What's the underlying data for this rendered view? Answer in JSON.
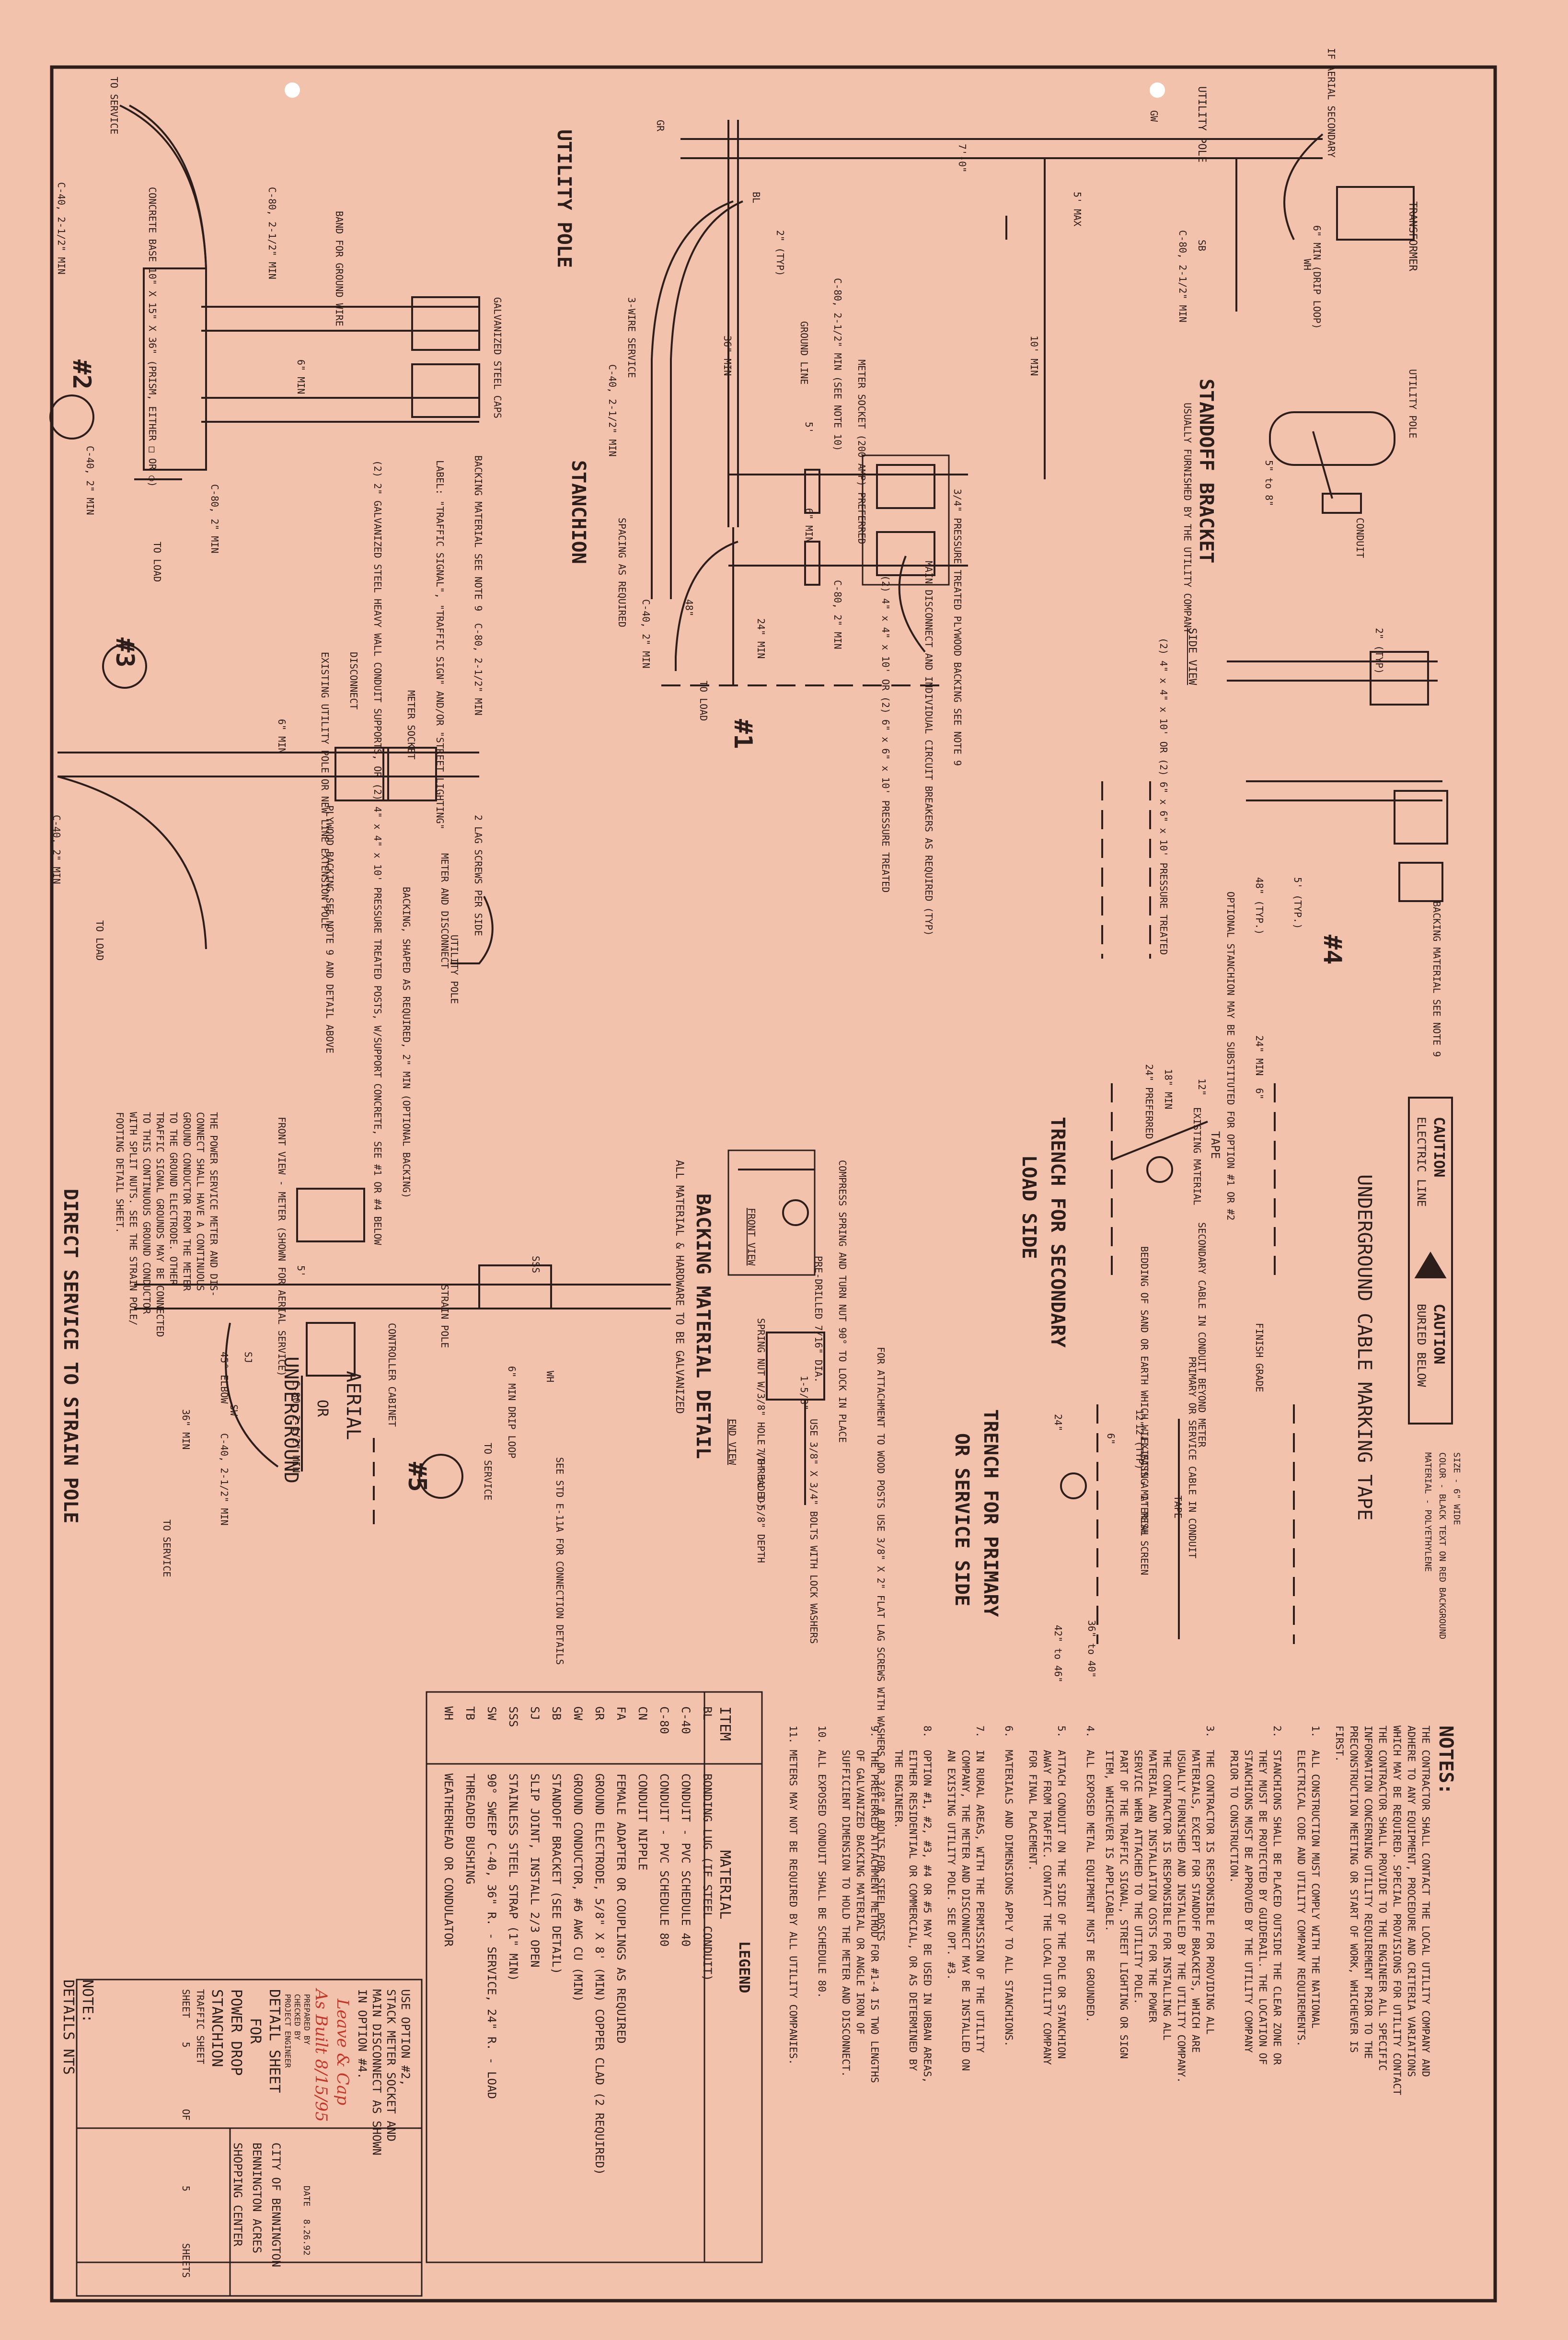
{
  "colors": {
    "paper": "#f2c2ad",
    "ink": "#2d1e1b",
    "annotation": "#c0392b"
  },
  "title_block": {
    "use_option": "USE OPTION #2,",
    "description_1": "STACK METER SOCKET AND",
    "description_2": "MAIN DISCONNECT AS SHOWN",
    "description_3": "IN OPTION #4.",
    "sheet_title_1": "DETAIL SHEET",
    "sheet_title_2": "FOR",
    "sheet_title_3": "POWER DROP",
    "sheet_title_4": "STANCHION",
    "project_1": "CITY OF BENNINGTON",
    "project_2": "BENNINGTON ACRES",
    "project_3": "SHOPPING CENTER",
    "traffic_sheet": "TRAFFIC SHEET",
    "sheet_label": "SHEET",
    "sheet_no": "5",
    "of": "OF",
    "sheets_total": "5",
    "sheets": "SHEETS",
    "date_label": "DATE",
    "date_value": "8.26.92",
    "prepared_by": "PREPARED BY",
    "checked_by": "CHECKED BY",
    "project_engineer": "PROJECT ENGINEER"
  },
  "handwritten": {
    "line_1": "Leave & Cap",
    "line_2": "As Built 8/15/95"
  },
  "details_nts": {
    "note": "NOTE:",
    "text": "DETAILS NTS"
  },
  "notes": {
    "heading": "NOTES:",
    "intro": "THE CONTRACTOR SHALL CONTACT THE LOCAL UTILITY COMPANY AND\nADHERE TO ANY EQUIPMENT, PROCEDURE AND CRITERIA VARIATIONS\nWHICH MAY BE REQUIRED. SPECIAL PROVISIONS FOR UTILITY CONTACT\nTHE CONTRACTOR SHALL PROVIDE TO THE ENGINEER ALL SPECIFIC\nINFORMATION CONCERNING UTILITY REQUIREMENT PRIOR TO THE\nPRECONSTRUCTION MEETING OR START OF WORK, WHICHEVER IS\nFIRST.",
    "items": [
      "1.  ALL CONSTRUCTION MUST COMPLY WITH THE NATIONAL\n    ELECTRICAL CODE AND UTILITY COMPANY REQUIREMENTS.",
      "2.  STANCHIONS SHALL BE PLACED OUTSIDE THE CLEAR ZONE OR\n    THEY MUST BE PROTECTED BY GUIDERAIL. THE LOCATION OF\n    STANCHIONS MUST BE APPROVED BY THE UTILITY COMPANY\n    PRIOR TO CONSTRUCTION.",
      "3.  THE CONTRACTOR IS RESPONSIBLE FOR PROVIDING ALL\n    MATERIALS, EXCEPT FOR STANDOFF BRACKETS, WHICH ARE\n    USUALLY FURNISHED AND INSTALLED BY THE UTILITY COMPANY.\n    THE CONTRACTOR IS RESPONSIBLE FOR INSTALLING ALL\n    MATERIAL AND INSTALLATION COSTS FOR THE POWER\n    SERVICE WHEN ATTACHED TO THE UTILITY POLE.\n    PART OF THE TRAFFIC SIGNAL, STREET LIGHTING OR SIGN\n    ITEM, WHICHEVER IS APPLICABLE.",
      "4.  ALL EXPOSED METAL EQUIPMENT MUST BE GROUNDED.",
      "5.  ATTACH CONDUIT ON THE SIDE OF THE POLE OR STANCHION\n    AWAY FROM TRAFFIC. CONTACT THE LOCAL UTILITY COMPANY\n    FOR FINAL PLACEMENT.",
      "6.  MATERIALS AND DIMENSIONS APPLY TO ALL STANCHIONS.",
      "7.  IN RURAL AREAS, WITH THE PERMISSION OF THE UTILITY\n    COMPANY, THE METER AND DISCONNECT MAY BE INSTALLED ON\n    AN EXISTING UTILITY POLE. SEE OPT. #3.",
      "8.  OPTION #1, #2, #3, #4 OR #5 MAY BE USED IN URBAN AREAS,\n    EITHER RESIDENTIAL OR COMMERCIAL, OR AS DETERMINED BY\n    THE ENGINEER.",
      "9.  THE PREFERRED ATTACHMENT METHOD FOR #1-4 IS TWO LENGTHS\n    OF GALVANIZED BACKING MATERIAL OR ANGLE IRON OF\n    SUFFICIENT DIMENSION TO HOLD THE METER AND DISCONNECT.",
      "10. ALL EXPOSED CONDUIT SHALL BE SCHEDULE 80.",
      "11. METERS MAY NOT BE REQUIRED BY ALL UTILITY COMPANIES."
    ]
  },
  "legend": {
    "title": "LEGEND",
    "col_item": "ITEM",
    "col_material": "MATERIAL",
    "rows": [
      [
        "BL",
        "BONDING LUG (IF STEEL CONDUIT)"
      ],
      [
        "C-40",
        "CONDUIT - PVC SCHEDULE 40"
      ],
      [
        "C-80",
        "CONDUIT - PVC SCHEDULE 80"
      ],
      [
        "CN",
        "CONDUIT NIPPLE"
      ],
      [
        "FA",
        "FEMALE ADAPTER OR COUPLINGS AS REQUIRED"
      ],
      [
        "GR",
        "GROUND ELECTRODE, 5/8\" X 8' (MIN) COPPER CLAD (2 REQUIRED)"
      ],
      [
        "GW",
        "GROUND CONDUCTOR, #6 AWG CU (MIN)"
      ],
      [
        "SB",
        "STANDOFF BRACKET (SEE DETAIL)"
      ],
      [
        "SJ",
        "SLIP JOINT, INSTALL 2/3 OPEN"
      ],
      [
        "SSS",
        "STAINLESS STEEL STRAP (1\" MIN)"
      ],
      [
        "SW",
        "90° SWEEP C-40, 36\" R. - SERVICE, 24\" R. - LOAD"
      ],
      [
        "TB",
        "THREADED BUSHING"
      ],
      [
        "WH",
        "WEATHERHEAD OR CONDULATOR"
      ]
    ]
  },
  "marking_tape": {
    "title": "UNDERGROUND CABLE MARKING TAPE",
    "caution": "CAUTION",
    "line1": "ELECTRIC LINE",
    "line2": "BURIED BELOW",
    "size": "SIZE   -  6\" WIDE",
    "color": "COLOR   -  BLACK TEXT ON RED BACKGROUND",
    "material": "MATERIAL -  POLYETHYLENE"
  },
  "trench_primary": {
    "title_1": "TRENCH FOR PRIMARY",
    "title_2": "OR SERVICE SIDE",
    "existing_material": "EXISTING MATERIAL",
    "tape": "TAPE",
    "d1": "12\"(TYP)",
    "d2": "6\"",
    "d3": "12\"",
    "d4": "24\"",
    "d5": "36\" to 40\"",
    "d6": "42\" to 46\"",
    "primary": "PRIMARY OR SERVICE CABLE IN CONDUIT",
    "finish_grade": "FINISH GRADE"
  },
  "trench_secondary": {
    "title_1": "TRENCH FOR SECONDARY",
    "title_2": "LOAD SIDE",
    "tape": "TAPE",
    "existing_material": "EXISTING MATERIAL",
    "secondary": "SECONDARY CABLE IN CONDUIT BEYOND METER",
    "bedding": "BEDDING OF SAND OR EARTH WHICH WILL PASS A 1\" MESH SCREEN",
    "d1": "6\"",
    "d2": "12\"",
    "d3": "18\" MIN",
    "d4": "24\" PREFERRED",
    "d5": "24\" MIN"
  },
  "option4": {
    "label": "#4",
    "backing": "BACKING MATERIAL SEE NOTE 9",
    "spacing": "5' (TYP.)",
    "depth": "48\" (TYP.)",
    "optional": "OPTIONAL STANCHION MAY BE SUBSTITUTED FOR OPTION #1 OR #2",
    "posts": "(2) 4\" x 4\" x 10' OR (2) 6\" x 6\" x 10' PRESSURE TREATED",
    "side_view": "SIDE VIEW",
    "typ": "2\" (TYP)"
  },
  "standoff": {
    "title": "STANDOFF BRACKET",
    "sub": "USUALLY FURNISHED BY THE UTILITY COMPANY",
    "pole": "UTILITY POLE",
    "conduit": "CONDUIT",
    "dim": "5\" to 8\""
  },
  "top_labels": {
    "aerial": "IF AERIAL SECONDARY",
    "transformer": "TRANSFORMER",
    "utility_pole": "UTILITY POLE",
    "drip": "6\" MIN (DRIP LOOP)",
    "c80": "C-80, 2-1/2\" MIN",
    "five_max": "5' MAX",
    "seven": "7'-0\"",
    "ten": "10' MIN",
    "wh": "WH",
    "sb": "SB",
    "gw": "GW",
    "gr": "GR",
    "bl": "BL"
  },
  "option1": {
    "label": "#1",
    "title": "STANCHION",
    "meter": "METER SOCKET (200 AMP) PREFERRED",
    "ply": "3/4\" PRESSURE TREATED PLYWOOD BACKING SEE NOTE 9",
    "main": "MAIN DISCONNECT AND INDIVIDUAL CIRCUIT BREAKERS AS REQUIRED (TYP)",
    "posts": "(2) 4\" x 4\" x 10' OR (2) 6\" x 6\" x 10' PRESSURE TREATED",
    "c80": "C-80, 2\" MIN",
    "c40": "C-40, 2\" MIN",
    "to_load": "TO LOAD",
    "spacing": "SPACING AS REQUIRED",
    "service": "3-WIRE SERVICE",
    "c40s": "C-40, 2-1/2\" MIN",
    "ground_line": "GROUND LINE",
    "sj_note": "C-80, 2-1/2\" MIN (SEE NOTE 10)",
    "typ": "2\" (TYP)",
    "d36": "36\" MIN",
    "d24": "24\" MIN",
    "d48": "48\"",
    "d6": "6\" MIN",
    "d5": "5'"
  },
  "option2": {
    "label": "#2",
    "title": "UTILITY POLE",
    "caps": "GALVANIZED STEEL CAPS",
    "backing": "BACKING MATERIAL SEE NOTE 9",
    "label_text": "LABEL: \"TRAFFIC SIGNAL\", \"TRAFFIC SIGN\" AND/OR \"STREET LIGHTING\"",
    "supports": "(2) 2\" GALVANIZED STEEL HEAVY WALL CONDUIT SUPPORTS, OR (2) 4\" x 4\" x 10' PRESSURE TREATED POSTS, W/SUPPORT CONCRETE, SEE #1 OR #4 BELOW",
    "band": "BAND FOR GROUND WIRE",
    "base": "CONCRETE BASE 10\" X 15\" X 36\" (PRISM, EITHER □ OR ○)",
    "to_service": "TO SERVICE",
    "to_load": "TO LOAD",
    "c40": "C-40, 2-1/2\" MIN",
    "c40b": "C-40, 2\" MIN",
    "c80": "C-80, 2\" MIN",
    "c80b": "C-80, 2-1/2\" MIN",
    "d6": "6\" MIN"
  },
  "option3": {
    "label": "#3",
    "meter": "METER SOCKET",
    "disconnect": "DISCONNECT",
    "existing": "EXISTING UTILITY POLE OR NEW LINE EXTENSION POLE",
    "plywood": "PLYWOOD BACKING SEE NOTE 9 AND DETAIL ABOVE",
    "c80": "C-80, 2-1/2\" MIN",
    "c40": "C-40, 2\" MIN",
    "to_load": "TO LOAD",
    "lag": "2 LAG SCREWS PER SIDE",
    "meter_disc": "METER AND DISCONNECT",
    "backing": "BACKING, SHAPED AS REQUIRED, 2\" MIN (OPTIONAL BACKING)",
    "pole": "UTILITY POLE",
    "d6": "6\" MIN"
  },
  "backing_detail": {
    "title": "BACKING MATERIAL DETAIL",
    "sub": "ALL MATERIAL & HARDWARE TO BE GALVANIZED",
    "front_view": "FRONT VIEW",
    "end_view": "END VIEW",
    "compress": "COMPRESS SPRING AND TURN NUT 90° TO LOCK IN PLACE",
    "predrilled": "PRE-DRILLED 7/16\" DIA.",
    "dim": "1-5/8\"",
    "spring_nut": "SPRING NUT W/3/8\" HOLE (THREADED)",
    "wood": "FOR ATTACHMENT TO WOOD POSTS USE 3/8\" X 2\" FLAT LAG SCREWS WITH WASHERS OR 3/8\" Ø BOLTS FOR STEEL POSTS",
    "bolts": "USE 3/8\" X 3/4\" BOLTS WITH LOCK WASHERS",
    "depth": "7/8\" to 1-5/8\" DEPTH"
  },
  "option5": {
    "label": "#5",
    "title": "DIRECT SERVICE TO STRAIN POLE",
    "front": "FRONT VIEW - METER (SHOWN FOR AERIAL SERVICE)",
    "text": "THE POWER SERVICE METER AND DIS-\nCONNECT SHALL HAVE A CONTINUOUS\nGROUND CONDUCTOR FROM THE METER\nTO THE GROUND ELECTRODE. OTHER\nTRAFFIC SIGNAL GROUNDS MAY BE CONNECTED\nTO THIS CONTINUOUS GROUND CONDUCTOR\nWITH SPLIT NUTS. SEE THE STRAIN POLE/\nFOOTING DETAIL SHEET.",
    "strain": "STRAIN POLE",
    "sss": "SSS",
    "drip": "6\" MIN DRIP LOOP",
    "c80": "C-80, 2-1/2\" MIN",
    "c40": "C-40, 2-1/2\" MIN",
    "controller": "CONTROLLER CABINET",
    "aerial": "AERIAL",
    "or": "OR",
    "underground": "UNDERGROUND",
    "to_service": "TO SERVICE",
    "to_service2": "TO SERVICE",
    "e11a": "SEE STD E-11A FOR CONNECTION DETAILS",
    "elbow": "45° ELBOW",
    "d36": "36\" MIN",
    "d5": "5'",
    "sw": "SW",
    "sj": "SJ",
    "wh": "WH"
  }
}
